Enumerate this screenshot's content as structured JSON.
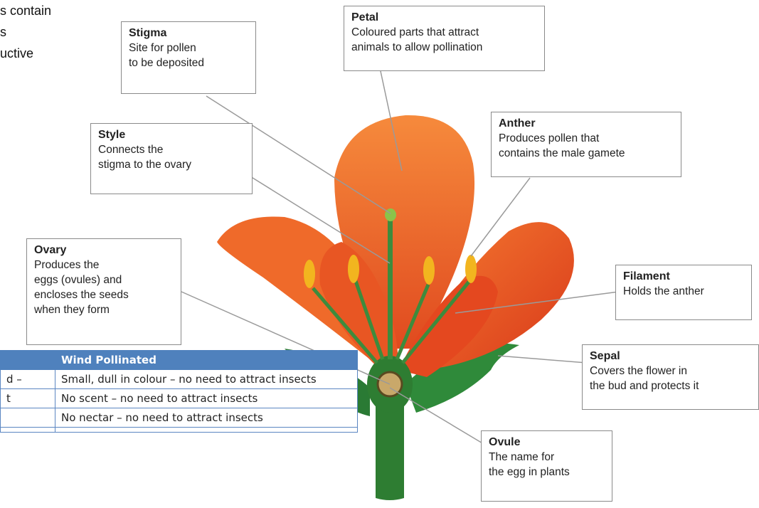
{
  "corner_text": "s contain\ns\nuctive",
  "labels": {
    "stigma": {
      "title": "Stigma",
      "desc": "Site for pollen\nto be deposited"
    },
    "petal": {
      "title": "Petal",
      "desc": "Coloured parts that attract\nanimals to allow pollination"
    },
    "style": {
      "title": "Style",
      "desc": "Connects the\nstigma to the ovary"
    },
    "anther": {
      "title": "Anther",
      "desc": "Produces pollen that\ncontains the male gamete"
    },
    "ovary": {
      "title": "Ovary",
      "desc": "Produces the\neggs (ovules) and\nencloses the seeds\nwhen they form"
    },
    "filament": {
      "title": "Filament",
      "desc": "Holds the anther"
    },
    "sepal": {
      "title": "Sepal",
      "desc": "Covers the flower in\nthe bud and protects it"
    },
    "ovule": {
      "title": "Ovule",
      "desc": "The name for\nthe egg in plants"
    }
  },
  "table": {
    "header": [
      "",
      "Wind Pollinated"
    ],
    "rows": [
      [
        "d –",
        "Small, dull in colour – no need to attract insects"
      ],
      [
        "t",
        "No scent – no need to attract insects"
      ],
      [
        "",
        "No nectar – no need to attract insects"
      ]
    ]
  },
  "colors": {
    "petal": "#f26a2a",
    "petal_dark": "#d8401f",
    "stem": "#2e7d32",
    "anther": "#f2b51f",
    "table_header": "#4f81bd"
  }
}
